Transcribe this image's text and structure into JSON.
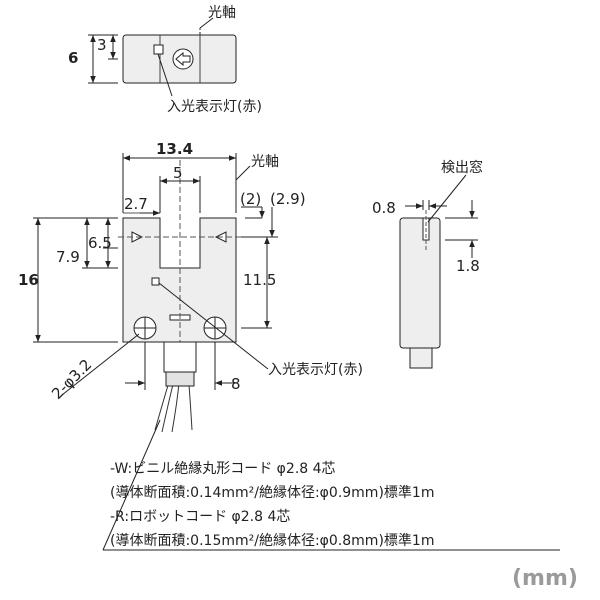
{
  "top_view": {
    "dim_height": "6",
    "dim_inner": "3",
    "label_optical_axis": "光軸",
    "label_indicator": "入光表示灯(赤)"
  },
  "front_view": {
    "dim_width": "13.4",
    "dim_slot": "5",
    "dim_left": "2.7",
    "dim_paren_2": "(2)",
    "dim_paren_29": "(2.9)",
    "dim_height_total": "16",
    "dim_79": "7.9",
    "dim_65": "6.5",
    "dim_115": "11.5",
    "dim_holes": "2-φ3.2",
    "dim_8": "8",
    "label_optical_axis": "光軸",
    "label_indicator": "入光表示灯(赤)"
  },
  "side_view": {
    "label_window": "検出窓",
    "dim_08": "0.8",
    "dim_18": "1.8"
  },
  "notes": {
    "line1": "-W:ビニル絶縁丸形コード φ2.8 4芯",
    "line2": "(導体断面積:0.14mm²/絶縁体径:φ0.9mm)標準1m",
    "line3": "-R:ロボットコード φ2.8 4芯",
    "line4": "(導体断面積:0.15mm²/絶縁体径:φ0.8mm)標準1m"
  },
  "unit_label": "(mm)"
}
